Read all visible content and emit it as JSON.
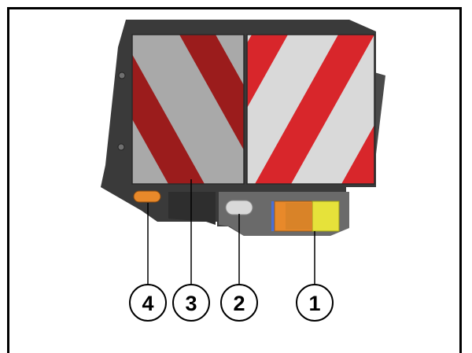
{
  "figure": {
    "description_callouts": [
      {
        "number": "4",
        "part": "amber-side-marker-lamp"
      },
      {
        "number": "3",
        "part": "left-warning-plate"
      },
      {
        "number": "2",
        "part": "white-position-lamp"
      },
      {
        "number": "1",
        "part": "combination-tail-lamp"
      }
    ]
  },
  "colors": {
    "frame_border": "#000000",
    "housing_dark": "#3a3a3a",
    "housing_mid": "#5c5c5c",
    "stripe_red_dark": "#9b1c1c",
    "stripe_red": "#d8262b",
    "stripe_grey": "#a9a9a9",
    "stripe_white": "#d9d9d9",
    "amber": "#e8892a",
    "yellow": "#e6e23a",
    "blue_edge": "#4a6fd6",
    "callout_fill": "#ffffff",
    "callout_stroke": "#000000"
  }
}
